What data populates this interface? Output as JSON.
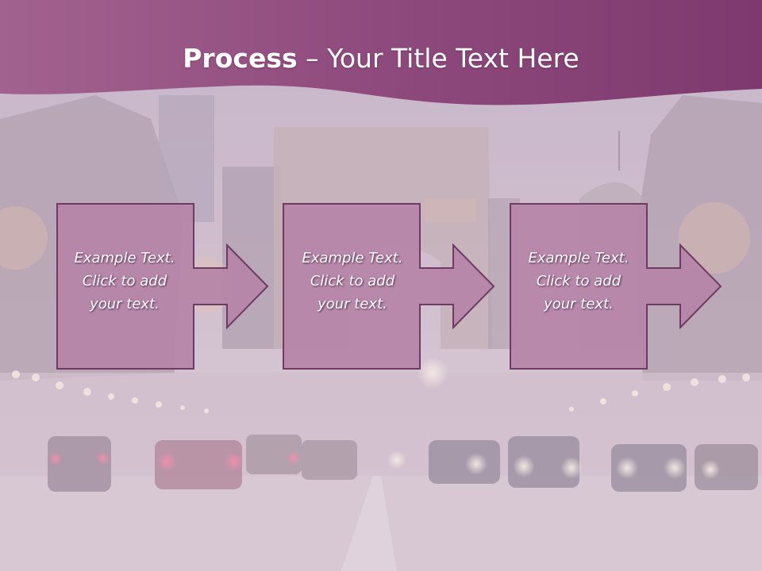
{
  "title": {
    "bold": "Process",
    "rest": " – Your Title Text Here"
  },
  "steps": [
    {
      "lines": [
        "Example Text.",
        "Click  to add",
        "your text."
      ]
    },
    {
      "lines": [
        "Example Text.",
        "Click  to add",
        "your text."
      ]
    },
    {
      "lines": [
        "Example Text.",
        "Click  to add",
        "your text."
      ]
    }
  ],
  "colors": {
    "header": "#8f4a7e",
    "shape_fill": "#b684a8",
    "shape_stroke": "#6e3c62",
    "background": "#cdbccd"
  }
}
